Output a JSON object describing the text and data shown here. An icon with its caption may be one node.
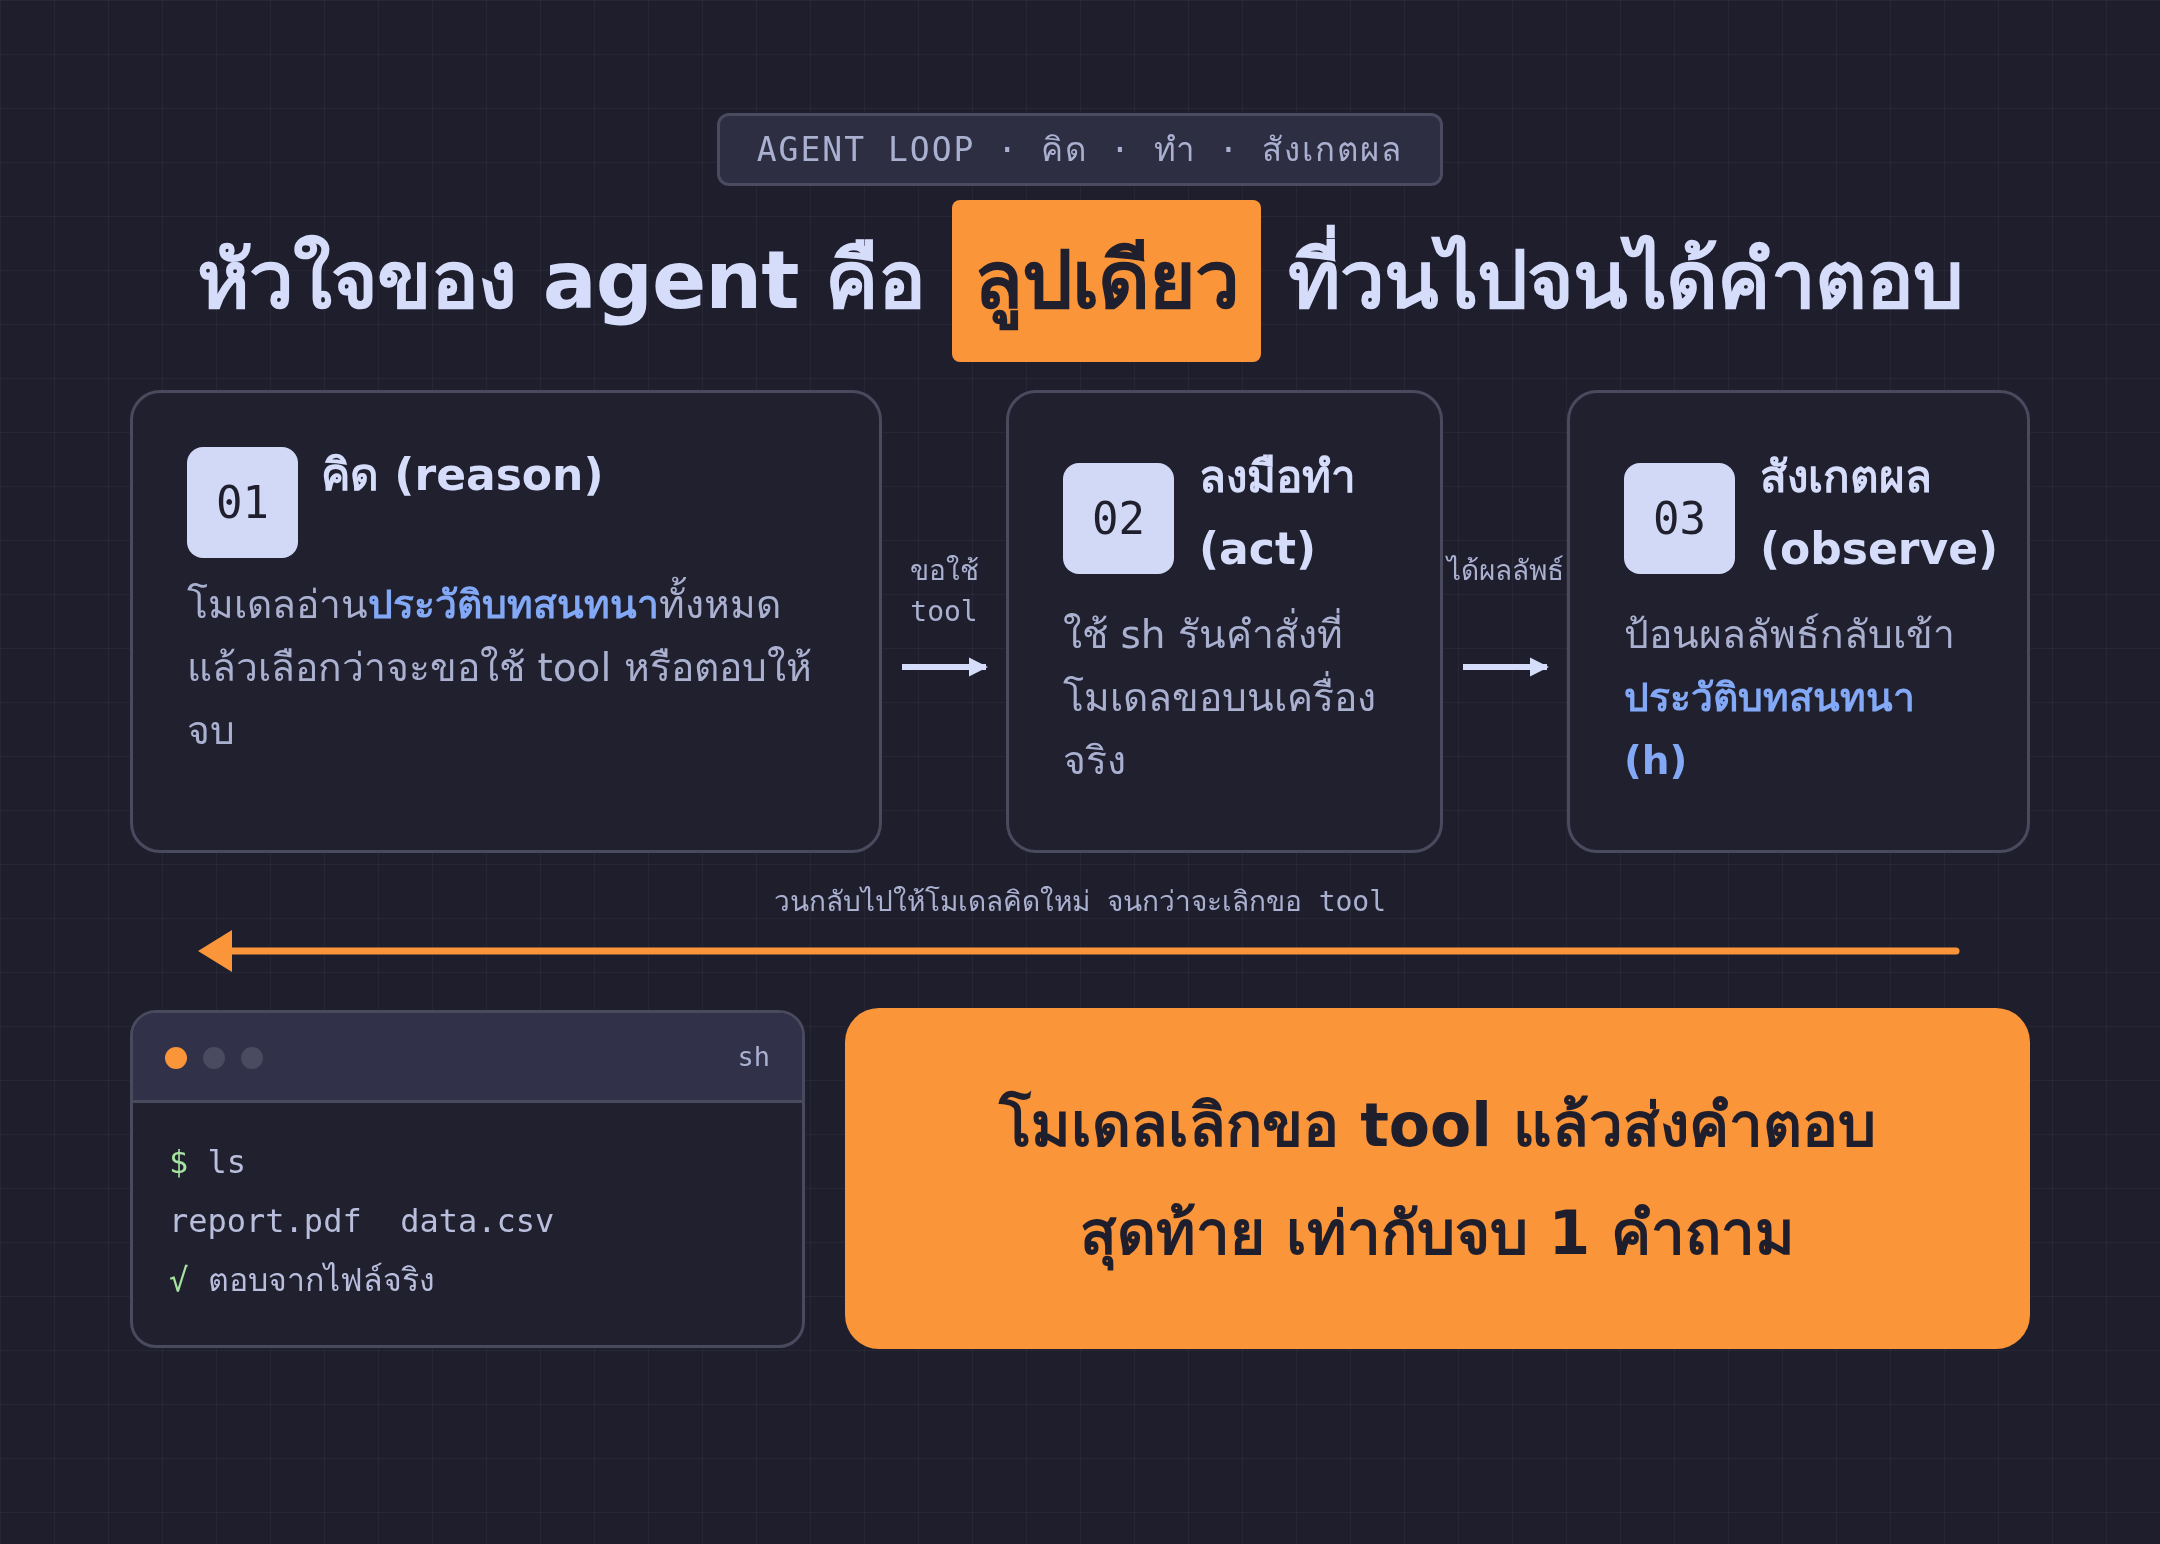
{
  "diagram": {
    "title": "หัวใจของ agent คือ **ลูปเดียว** ที่วนไปจนได้คำตอบ",
    "nodes": [
      {
        "text": [
          "01",
          "คิด (reason)",
          "โมเดลอ่าน**ประวัติบทสนทนา**ทั้งหมด แล้วเลือกว่าจะขอใช้ tool หรือตอบให้จบ"
        ]
      },
      {
        "text": [
          "02",
          "ลงมือทำ (act)",
          "ใช้ sh รันคำสั่งที่โมเดลขอบนเครื่องจริง"
        ]
      },
      {
        "text": [
          "03",
          "สังเกตผล (observe)",
          "ป้อนผลลัพธ์กลับเข้า**ประวัติบทสนทนา (h)**"
        ]
      },
      {
        "text": [
          "sh",
          "$ ls",
          "report.pdf  data.csv",
          "√ ตอบจากไฟล์จริง"
        ]
      },
      {
        "text": [
          "โมเดลเลิกขอ tool แล้วส่งคำตอบสุดท้าย เท่ากับจบ 1 คำถาม"
        ]
      }
    ],
    "edges": [
      {
        "from": 0,
        "to": 1,
        "arrow": "to",
        "label": "ขอใช้ tool"
      },
      {
        "from": 1,
        "to": 2,
        "arrow": "to",
        "label": "ได้ผลลัพธ์"
      }
    ],
    "labels": [
      "AGENT LOOP · คิด · ทำ · สังเกตผล",
      "วนกลับไปให้โมเดลคิดใหม่ จนกว่าจะเลิกขอ tool"
    ]
  }
}
